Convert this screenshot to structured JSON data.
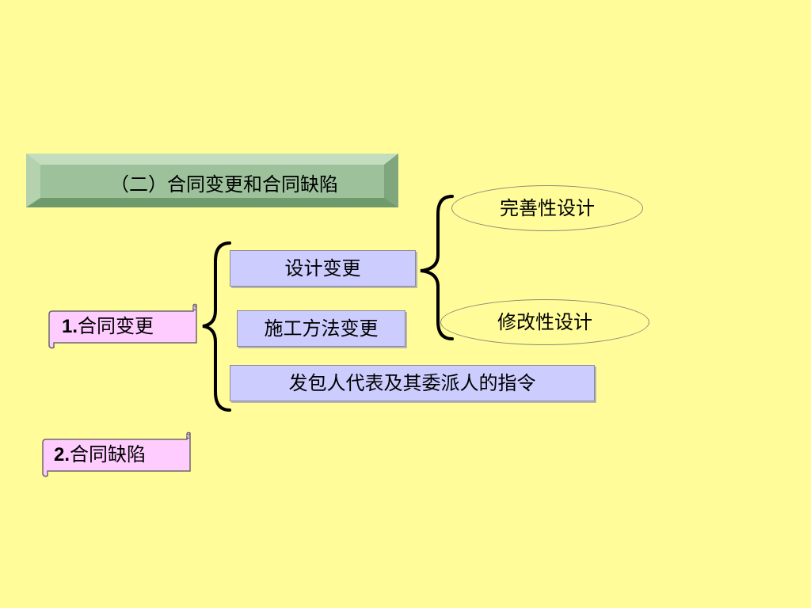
{
  "title": "（二）合同变更和合同缺陷",
  "sections": [
    {
      "number": "1.",
      "label": "合同变更"
    },
    {
      "number": "2.",
      "label": "合同缺陷"
    }
  ],
  "changes": {
    "design_change": "设计变更",
    "construction_method_change": "施工方法变更",
    "employer_rep_instruction": "发包人代表及其委派人的指令"
  },
  "design_types": {
    "improvement": "完善性设计",
    "modification": "修改性设计"
  },
  "colors": {
    "background": "#FFFC99",
    "title_box": "#9DC29B",
    "scroll_fill": "#FFCCFF",
    "rect_fill": "#CCCCFF"
  }
}
